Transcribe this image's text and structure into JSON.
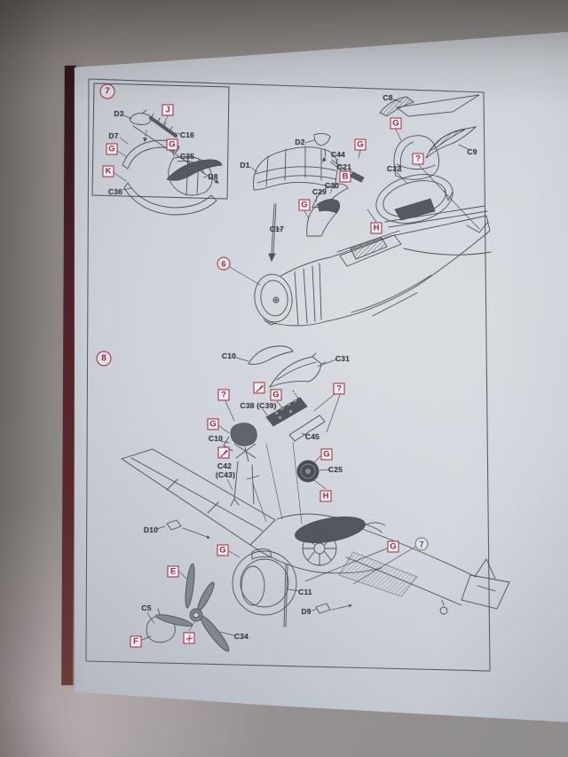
{
  "document_type": "model kit assembly instructions page",
  "colors": {
    "symbol_red": "#a1293b",
    "line_ink": "#4d5158",
    "page_paper": "#cdd2d9"
  },
  "step7": {
    "number": "7",
    "inset": {
      "labels": {
        "d3": "D3",
        "c16": "C16",
        "d7": "D7",
        "c35": "C35",
        "c36": "C36",
        "d8": "D8"
      },
      "symbols": {
        "j": "J",
        "g_left": "G",
        "g_mid": "G",
        "k": "K"
      }
    },
    "main": {
      "labels": {
        "c8": "C8",
        "c9": "C9",
        "d2": "D2",
        "d1": "D1",
        "c44": "C44",
        "c21": "C21",
        "c30": "C30",
        "c32": "C32",
        "c29": "C29",
        "c17": "C17"
      },
      "symbols": {
        "g_top": "G",
        "g_c44": "G",
        "q_right": "?",
        "b": "B",
        "g_c29": "G",
        "h": "H"
      },
      "ref_step": "6"
    }
  },
  "step8": {
    "number": "8",
    "ref_step": "7",
    "labels": {
      "c10_top": "C10",
      "c31": "C31",
      "c38": "C38 (C39)",
      "c45": "C45",
      "c10_mid": "C10",
      "c42": "C42",
      "c43": "(C43)",
      "c25": "C25",
      "d10": "D10",
      "c11": "C11",
      "d9": "D9",
      "c5": "C5",
      "c34": "C34"
    },
    "symbols": {
      "q_left": "?",
      "g_panel": "G",
      "q_right": "?",
      "g_cockpit": "G",
      "g_wheel": "G",
      "h_wheel": "H",
      "g_wing": "G",
      "g_fuse": "G",
      "e": "E",
      "f": "F"
    },
    "icons": {
      "paint_top": "paint-marking-icon",
      "paint_mid": "paint-marking-icon",
      "movable": "movable-part-icon"
    }
  }
}
